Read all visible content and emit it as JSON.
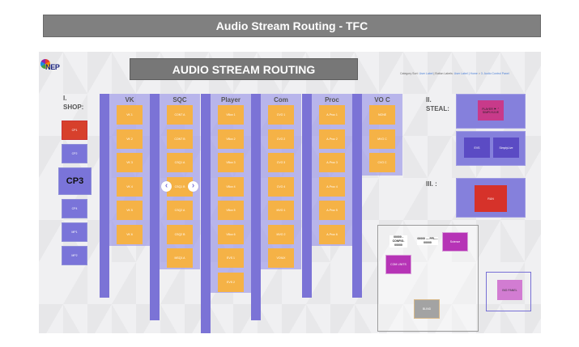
{
  "page_title": "Audio Stream Routing  -  TFC",
  "logo_text": "NEP",
  "header": "AUDIO STREAM ROUTING",
  "breadcrumb": {
    "category_sort_label": "Category Sort:",
    "category_sort_value": "User Label",
    "button_labels_label": "| Button Labels:",
    "button_labels_value": "User Label",
    "home": "| Home",
    "sep": ">",
    "panel": "3. Audio Control Panel"
  },
  "shop": {
    "label_line1": "I.",
    "label_line2": "SHOP:",
    "buttons": [
      "CP1",
      "CP2",
      "CP3",
      "CP4",
      "MP1",
      "MP2"
    ],
    "active": "CP1",
    "enlarged": "CP3"
  },
  "columns": [
    {
      "title": "VK",
      "tiles": [
        "VK 1",
        "VK 2",
        "VK 3",
        "VK 4",
        "VK 5",
        "VK 6"
      ]
    },
    {
      "title": "SQC",
      "tiles": [
        "CONT A",
        "CONT B",
        "CSQ1 A",
        "CSQ1 B",
        "CSQ2 A",
        "CSQ2 B",
        "MSQ1 A"
      ]
    },
    {
      "title": "Player",
      "tiles": [
        "VBox 1",
        "VBox 2",
        "VBox 3",
        "VBox 4",
        "VBox 5",
        "VBox 6",
        "EVS 1",
        "EVS 2"
      ]
    },
    {
      "title": "Com",
      "tiles": [
        "CVO 1",
        "CVO 2",
        "CVO 3",
        "CVO 4",
        "MVO 1",
        "MVO 2",
        "VOIUX"
      ]
    },
    {
      "title": "Proc",
      "tiles": [
        "A-Proc 1",
        "A-Proc 2",
        "A-Proc 3",
        "A-Proc 4",
        "A-Proc 5",
        "A-Proc 6"
      ]
    },
    {
      "title": "VO C",
      "tiles": [
        "NONE",
        "MVO C",
        "CVO C"
      ]
    }
  ],
  "nav": {
    "prev": "‹",
    "next": "›"
  },
  "steal": {
    "label_line1": "II.",
    "label_line2": "STEAL:",
    "player_button": "PLAYER ⚑ ⌃ SIMPLYLIVE",
    "buttons": [
      "EVS",
      "SimplyLive"
    ]
  },
  "section3": {
    "label": "III. :",
    "button": "RUN",
    "color": "#d6322a"
  },
  "area": {
    "label_left": "00000 - CONFIG- 00000",
    "label_right": "00000 --- PFL--- 00000",
    "buttons": [
      "Science",
      "COM UNITS",
      "BLIND"
    ],
    "big_panel": "BIG PANEL"
  },
  "colors": {
    "tile": "#f5b246",
    "column": "#7b73d6",
    "active_red": "#d7402c",
    "magenta": "#b634b6"
  }
}
